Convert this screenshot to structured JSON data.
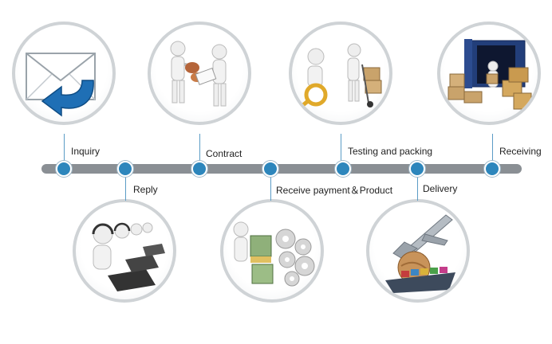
{
  "colors": {
    "bar": "#8a8f94",
    "node": "#2d86bc",
    "ring": "#cfd3d6",
    "text": "#222222"
  },
  "steps": [
    {
      "label": "Inquiry",
      "icon": "envelope-reply-icon"
    },
    {
      "label": "Reply",
      "icon": "customer-service-headset-icon"
    },
    {
      "label": "Contract",
      "icon": "handshake-contract-icon"
    },
    {
      "label": "Receive payment＆Product",
      "icon": "money-and-gears-icon"
    },
    {
      "label": "Testing and packing",
      "icon": "inspection-and-packing-icon"
    },
    {
      "label": "Delivery",
      "icon": "airplane-and-cargo-ship-icon"
    },
    {
      "label": "Receiving",
      "icon": "container-boxes-icon"
    }
  ]
}
